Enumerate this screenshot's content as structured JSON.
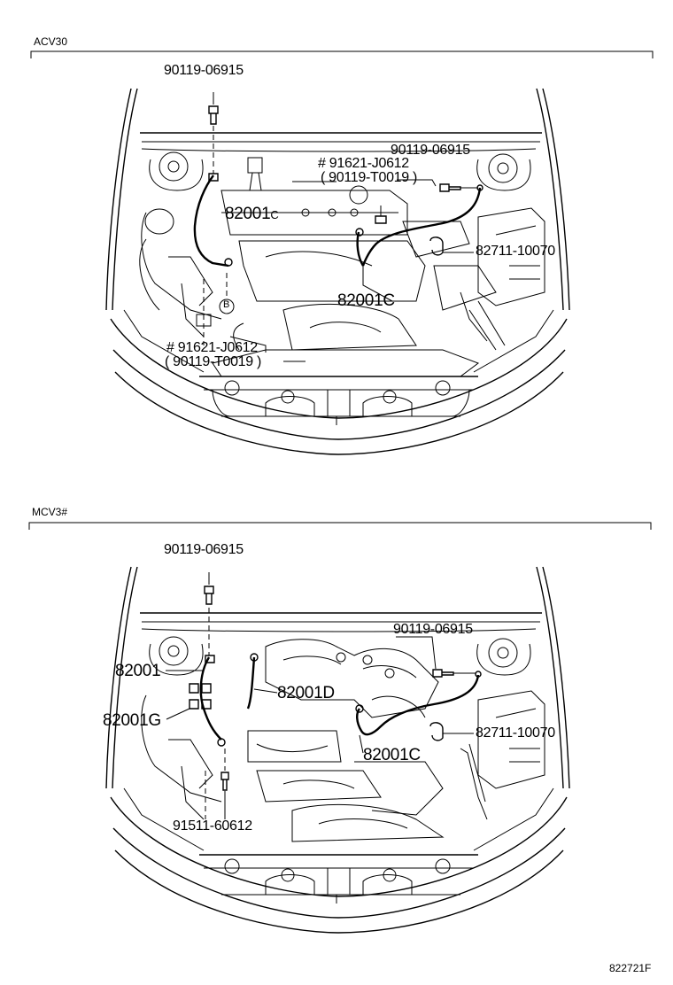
{
  "sections": [
    {
      "name": "ACV30",
      "labels": {
        "bolt_top": "90119-06915",
        "wire_82001": "82001",
        "wire_82001_suffix": "C",
        "part_91621_a": "# 91621-J0612",
        "part_90119_t0019_a": "( 90119-T0019 )",
        "bolt_right": "90119-06915",
        "clamp_82711": "82711-10070",
        "wire_82001c": "82001C",
        "part_91621_b": "# 91621-J0612",
        "part_90119_t0019_b": "( 90119-T0019 )",
        "circle_b": "B"
      }
    },
    {
      "name": "MCV3#",
      "labels": {
        "bolt_top": "90119-06915",
        "wire_82001": "82001",
        "wire_82001g": "82001G",
        "wire_82001d": "82001D",
        "bolt_right": "90119-06915",
        "clamp_82711": "82711-10070",
        "wire_82001c": "82001C",
        "bolt_91511": "91511-60612"
      }
    }
  ],
  "figure_code": "822721F"
}
